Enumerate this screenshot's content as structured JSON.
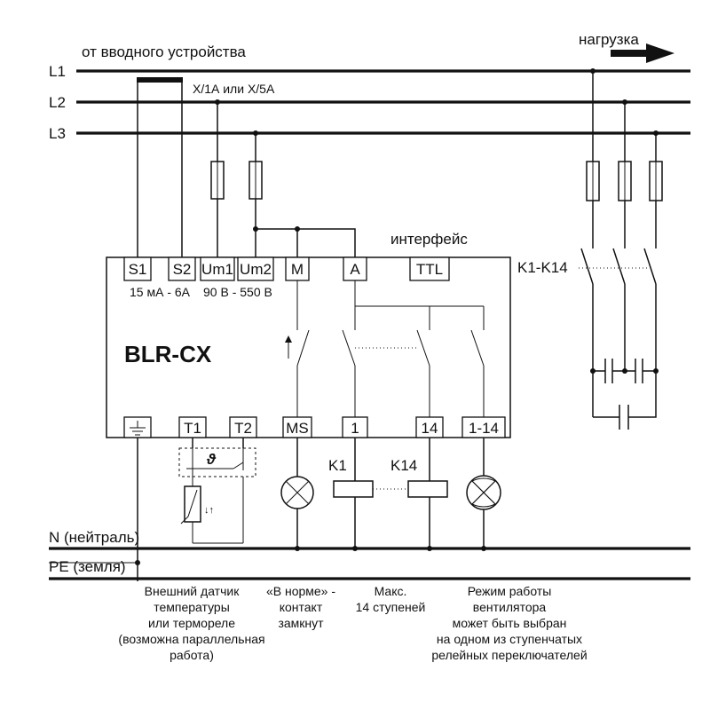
{
  "header": {
    "source_label": "от вводного устройства",
    "load_label": "нагрузка",
    "ct_label": "X/1А или X/5А"
  },
  "lines": {
    "l1": "L1",
    "l2": "L2",
    "l3": "L3",
    "neutral": "N (нейтраль)",
    "earth": "PE (земля)"
  },
  "device": {
    "name": "BLR-CX",
    "interface_label": "интерфейс",
    "current_range": "15 мА - 6А",
    "voltage_range": "90 В - 550 В",
    "top_terminals": [
      "S1",
      "S2",
      "Um1",
      "Um2",
      "M",
      "A",
      "TTL"
    ],
    "bottom_terminals": [
      "T1",
      "T2",
      "MS",
      "1",
      "14",
      "1-14"
    ]
  },
  "contactor": {
    "label": "K1-K14"
  },
  "relays": {
    "k1": "K1",
    "k14": "K14"
  },
  "sensor": {
    "theta": "ϑ",
    "arrows": "↓↑"
  },
  "notes": {
    "temp": [
      "Внешний датчик",
      "температуры",
      "или термореле",
      "(возможна параллельная",
      "работа)"
    ],
    "normal": [
      "«В норме» -",
      "контакт",
      "замкнут"
    ],
    "max": [
      "Макс.",
      "14 ступеней"
    ],
    "fan": [
      "Режим работы",
      "вентилятора",
      "может быть выбран",
      "на одном из ступенчатых",
      "релейных переключателей"
    ]
  }
}
